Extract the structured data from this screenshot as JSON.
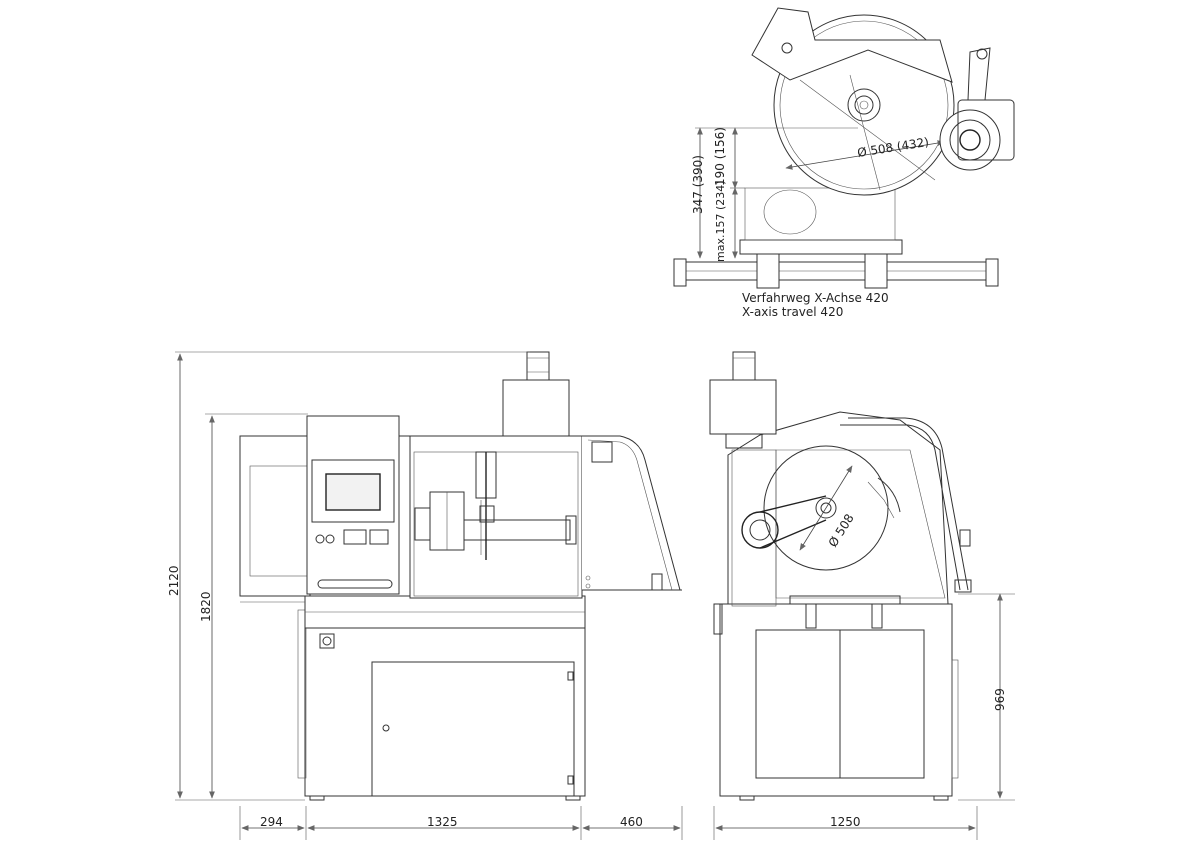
{
  "top_view": {
    "diameter_label": "Ø 508 (432)",
    "vert_dim_1": "347 (390)",
    "vert_dim_2": "190 (156)",
    "vert_dim_3": "max.157 (234)",
    "travel_de": "Verfahrweg X-Achse 420",
    "travel_en": "X-axis travel 420"
  },
  "front_view": {
    "height_total": "2120",
    "height_body": "1820",
    "width_left": "294",
    "width_main": "1325",
    "width_right": "460"
  },
  "side_view": {
    "diameter_label": "Ø 508",
    "height_table": "969",
    "width_total": "1250"
  }
}
